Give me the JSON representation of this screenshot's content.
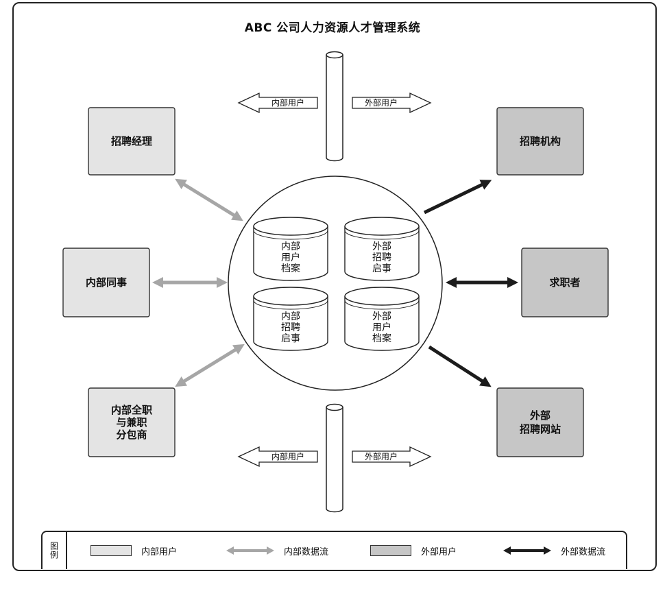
{
  "title": "ABC 公司人力资源人才管理系统",
  "colors": {
    "internal_fill": "#e4e4e4",
    "external_fill": "#c6c6c6",
    "internal_flow": "#a6a6a6",
    "external_flow": "#1c1c1c"
  },
  "top_arrows": {
    "left": "内部用户",
    "right": "外部用户"
  },
  "bottom_arrows": {
    "left": "内部用户",
    "right": "外部用户"
  },
  "internal_nodes": [
    {
      "lines": [
        "招聘经理"
      ]
    },
    {
      "lines": [
        "内部同事"
      ]
    },
    {
      "lines": [
        "内部全职",
        "与兼职",
        "分包商"
      ]
    }
  ],
  "external_nodes": [
    {
      "lines": [
        "招聘机构"
      ]
    },
    {
      "lines": [
        "求职者"
      ]
    },
    {
      "lines": [
        "外部",
        "招聘网站"
      ]
    }
  ],
  "databases": [
    {
      "lines": [
        "内部",
        "用户",
        "档案"
      ]
    },
    {
      "lines": [
        "外部",
        "招聘",
        "启事"
      ]
    },
    {
      "lines": [
        "内部",
        "招聘",
        "启事"
      ]
    },
    {
      "lines": [
        "外部",
        "用户",
        "档案"
      ]
    }
  ],
  "legend": {
    "title": "图例",
    "internal_user": "内部用户",
    "internal_flow": "内部数据流",
    "external_user": "外部用户",
    "external_flow": "外部数据流"
  }
}
